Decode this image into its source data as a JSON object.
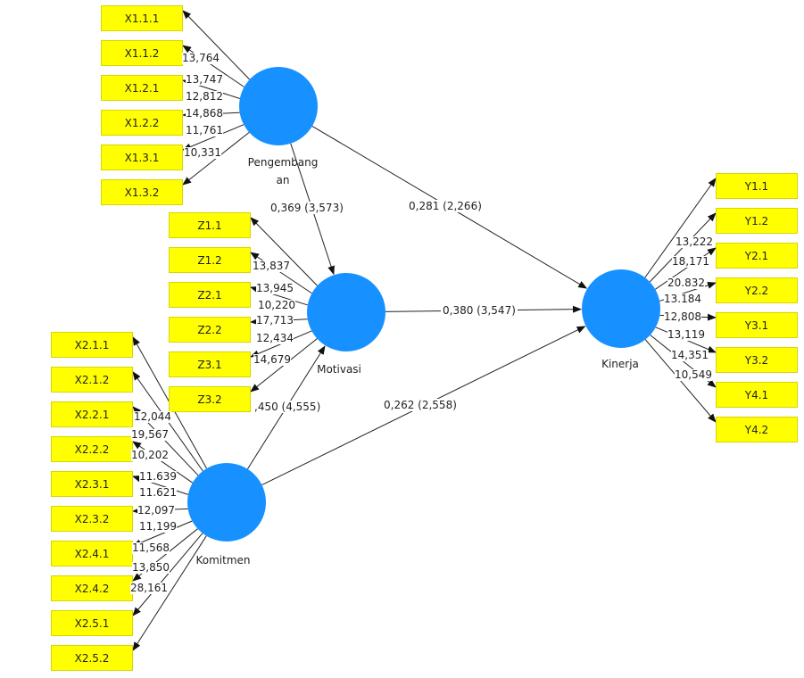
{
  "colors": {
    "construct": "#1791ff",
    "indicator": "#ffff00",
    "line": "#222222"
  },
  "constructs": [
    {
      "id": "pengembangan",
      "label_line1": "Pengembang",
      "label_line2": "an"
    },
    {
      "id": "motivasi",
      "label": "Motivasi"
    },
    {
      "id": "komitmen",
      "label": "Komitmen"
    },
    {
      "id": "kinerja",
      "label": "Kinerja"
    }
  ],
  "indicators": {
    "pengembangan": [
      "X1.1.1",
      "X1.1.2",
      "X1.2.1",
      "X1.2.2",
      "X1.3.1",
      "X1.3.2"
    ],
    "motivasi": [
      "Z1.1",
      "Z1.2",
      "Z2.1",
      "Z2.2",
      "Z3.1",
      "Z3.2"
    ],
    "komitmen": [
      "X2.1.1",
      "X2.1.2",
      "X2.2.1",
      "X2.2.2",
      "X2.3.1",
      "X2.3.2",
      "X2.4.1",
      "X2.4.2",
      "X2.5.1",
      "X2.5.2"
    ],
    "kinerja": [
      "Y1.1",
      "Y1.2",
      "Y2.1",
      "Y2.2",
      "Y3.1",
      "Y3.2",
      "Y4.1",
      "Y4.2"
    ]
  },
  "loadings": {
    "pengembangan": [
      "13,764",
      "13,747",
      "12,812",
      "14,868",
      "11,761",
      "10,331"
    ],
    "motivasi": [
      "13,837",
      "13,945",
      "10,220",
      "17,713",
      "12,434",
      "14,679"
    ],
    "komitmen": [
      "12,044",
      "19,567",
      "10,202",
      "11.639",
      "11.621",
      "12,097",
      "11,199",
      "11,568",
      "13,850",
      "28,161"
    ],
    "kinerja": [
      "13,222",
      "18,171",
      "20.832",
      "13.184",
      "12,808",
      "13,119",
      "14,351",
      "10,549"
    ]
  },
  "paths": [
    {
      "from": "pengembangan",
      "to": "motivasi",
      "label": "0,369 (3,573)"
    },
    {
      "from": "pengembangan",
      "to": "kinerja",
      "label": "0,281 (2,266)"
    },
    {
      "from": "motivasi",
      "to": "kinerja",
      "label": "0,380 (3,547)"
    },
    {
      "from": "komitmen",
      "to": "motivasi",
      "label": ",450 (4,555)"
    },
    {
      "from": "komitmen",
      "to": "kinerja",
      "label": "0,262 (2,558)"
    }
  ]
}
